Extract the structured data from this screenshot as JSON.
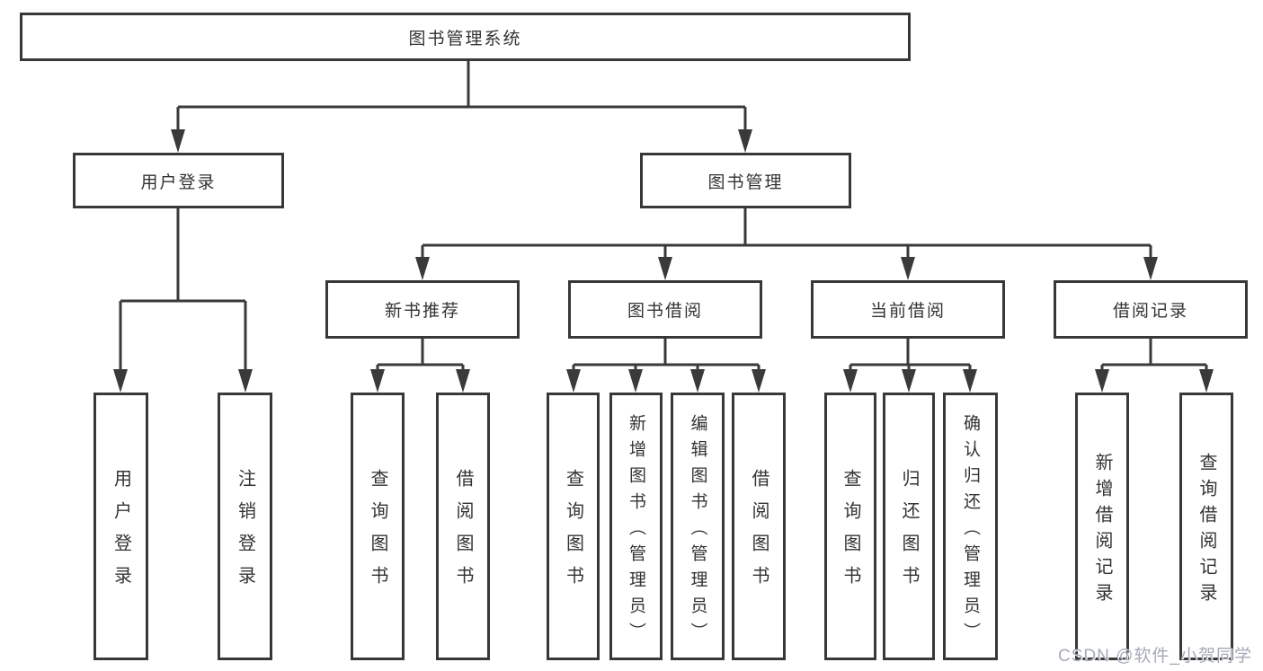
{
  "diagram": {
    "root": {
      "label": "图书管理系统"
    },
    "level2": [
      {
        "label": "用户登录"
      },
      {
        "label": "图书管理"
      }
    ],
    "level3": [
      {
        "label": "新书推荐"
      },
      {
        "label": "图书借阅"
      },
      {
        "label": "当前借阅"
      },
      {
        "label": "借阅记录"
      }
    ],
    "leaves": {
      "userLogin": [
        {
          "label": "用户登录"
        },
        {
          "label": "注销登录"
        }
      ],
      "newBooks": [
        {
          "label": "查询图书"
        },
        {
          "label": "借阅图书"
        }
      ],
      "bookBorrow": [
        {
          "label": "查询图书"
        },
        {
          "label": "新增图书（管理员）"
        },
        {
          "label": "编辑图书（管理员）"
        },
        {
          "label": "借阅图书"
        }
      ],
      "currentBorrow": [
        {
          "label": "查询图书"
        },
        {
          "label": "归还图书"
        },
        {
          "label": "确认归还（管理员）"
        }
      ],
      "borrowRecords": [
        {
          "label": "新增借阅记录"
        },
        {
          "label": "查询借阅记录"
        }
      ]
    }
  },
  "watermark": "CSDN @软件_小贺同学",
  "colors": {
    "line": "#3a3a3a",
    "border": "#383838",
    "text": "#333333",
    "background": "#ffffff",
    "watermark": "#a6aab8"
  }
}
